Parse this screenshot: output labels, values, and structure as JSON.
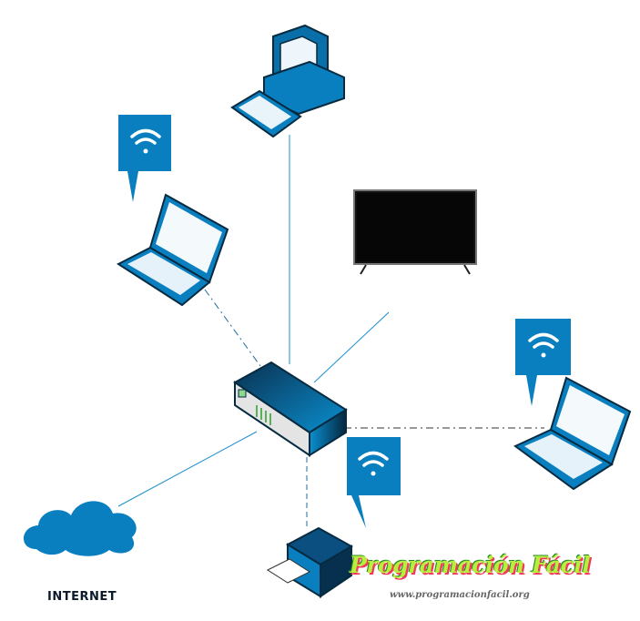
{
  "diagram": {
    "title": "Home network diagram",
    "nodes": [
      {
        "id": "router",
        "label": ""
      },
      {
        "id": "desktop",
        "label": ""
      },
      {
        "id": "laptop-left",
        "label": "",
        "wifi": true
      },
      {
        "id": "tv",
        "label": ""
      },
      {
        "id": "laptop-right",
        "label": "",
        "wifi": true
      },
      {
        "id": "printer",
        "label": "",
        "wifi": true
      },
      {
        "id": "internet",
        "label": "INTERNET"
      }
    ],
    "connections": [
      {
        "from": "router",
        "to": "desktop",
        "style": "solid"
      },
      {
        "from": "router",
        "to": "tv",
        "style": "solid"
      },
      {
        "from": "router",
        "to": "laptop-left",
        "style": "dash-dot"
      },
      {
        "from": "router",
        "to": "laptop-right",
        "style": "dash-dot"
      },
      {
        "from": "router",
        "to": "printer",
        "style": "dashed"
      },
      {
        "from": "router",
        "to": "internet",
        "style": "solid"
      }
    ],
    "colors": {
      "accent": "#0a7fc0",
      "dark": "#0a3a5a",
      "line": "#1a8fcf"
    }
  },
  "internet_label": "INTERNET",
  "logo": {
    "title": "Programación Fácil",
    "url": "www.programacionfacil.org"
  }
}
